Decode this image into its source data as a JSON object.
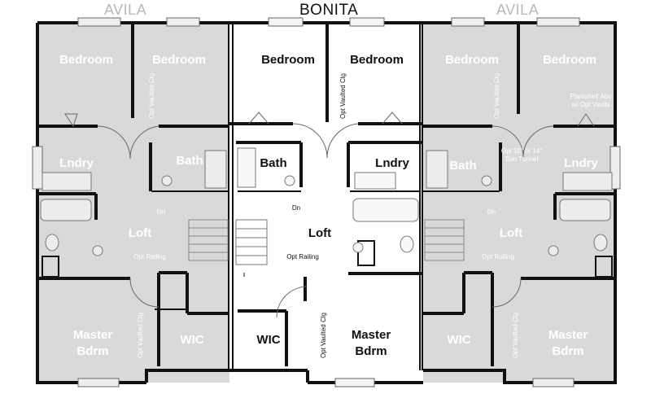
{
  "units": {
    "left": {
      "title": "AVILA",
      "bedroom_1": "Bedroom",
      "bedroom_2": "Bedroom",
      "opt_vaulted_clg": "Opt Vaulted Clg",
      "lndry": "Lndry",
      "bath": "Bath",
      "dn": "Dn",
      "loft": "Loft",
      "opt_railing": "Opt Railing",
      "master_1": "Master",
      "master_2": "Bdrm",
      "wic": "WIC",
      "opt_vaulted_clg_2": "Opt Vaulted Clg"
    },
    "center": {
      "title": "BONITA",
      "bedroom_1": "Bedroom",
      "bedroom_2": "Bedroom",
      "opt_vaulted_clg": "Opt Vaulted Clg",
      "bath": "Bath",
      "lndry": "Lndry",
      "dn": "Dn",
      "loft": "Loft",
      "opt_railing": "Opt Railing",
      "wic": "WIC",
      "opt_vaulted_clg_2": "Opt Vaulted Clg",
      "master_1": "Master",
      "master_2": "Bdrm"
    },
    "right": {
      "title": "AVILA",
      "bedroom_1": "Bedroom",
      "bedroom_2": "Bedroom",
      "plantshelf_1": "Plantshelf Abv",
      "plantshelf_2": "w/ Opt Vaults",
      "opt_vaulted_clg": "Opt Vaulted Clg",
      "sun_tunnel_1": "Opt 10\" or 14\"",
      "sun_tunnel_2": "Sun Tunnel",
      "bath": "Bath",
      "lndry": "Lndry",
      "dn": "Dn",
      "loft": "Loft",
      "opt_railing": "Opt Railing",
      "wic": "WIC",
      "opt_vaulted_clg_2": "Opt Vaulted Clg",
      "master_1": "Master",
      "master_2": "Bdrm"
    }
  },
  "colors": {
    "side_fill": "#d9d9d9",
    "center_fill": "#ffffff",
    "wall": "#111111",
    "side_label": "#ffffff",
    "side_title": "#b8b8b8"
  }
}
